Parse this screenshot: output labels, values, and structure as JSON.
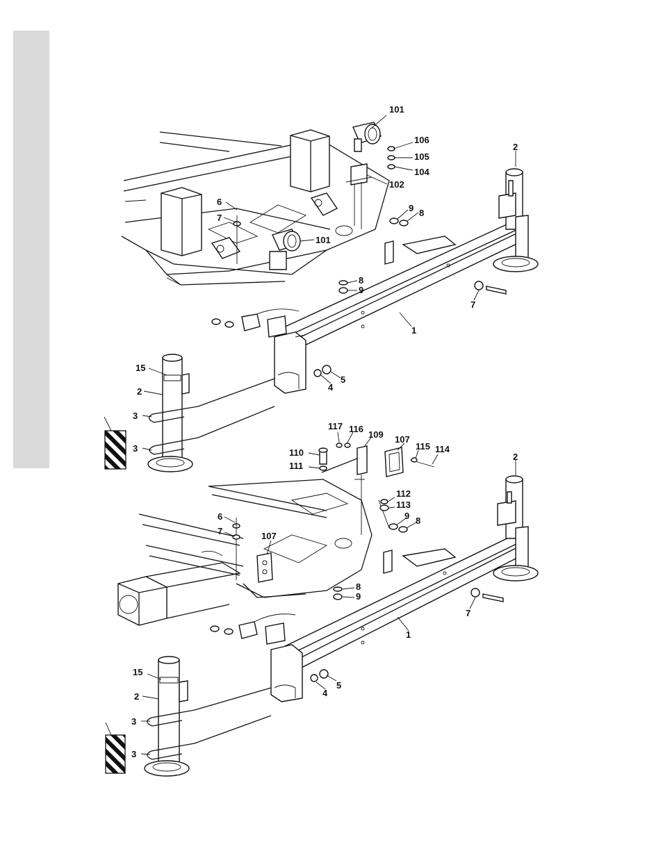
{
  "colors": {
    "ink": "#111111",
    "tab": "#dadada",
    "paper": "#ffffff"
  },
  "upper_callouts": [
    {
      "id": "u101a",
      "text": "101"
    },
    {
      "id": "u106",
      "text": "106"
    },
    {
      "id": "u105",
      "text": "105"
    },
    {
      "id": "u104",
      "text": "104"
    },
    {
      "id": "u102",
      "text": "102"
    },
    {
      "id": "u2a",
      "text": "2"
    },
    {
      "id": "u6",
      "text": "6"
    },
    {
      "id": "u7a",
      "text": "7"
    },
    {
      "id": "u101b",
      "text": "101"
    },
    {
      "id": "u9a",
      "text": "9"
    },
    {
      "id": "u8a",
      "text": "8"
    },
    {
      "id": "u8b",
      "text": "8"
    },
    {
      "id": "u9b",
      "text": "9"
    },
    {
      "id": "u7b",
      "text": "7"
    },
    {
      "id": "u1",
      "text": "1"
    },
    {
      "id": "u15",
      "text": "15"
    },
    {
      "id": "u2b",
      "text": "2"
    },
    {
      "id": "u4",
      "text": "4"
    },
    {
      "id": "u5",
      "text": "5"
    },
    {
      "id": "u3a",
      "text": "3"
    },
    {
      "id": "u3b",
      "text": "3"
    }
  ],
  "lower_callouts": [
    {
      "id": "l117",
      "text": "117"
    },
    {
      "id": "l116",
      "text": "116"
    },
    {
      "id": "l109",
      "text": "109"
    },
    {
      "id": "l107a",
      "text": "107"
    },
    {
      "id": "l115",
      "text": "115"
    },
    {
      "id": "l114",
      "text": "114"
    },
    {
      "id": "l110",
      "text": "110"
    },
    {
      "id": "l111",
      "text": "111"
    },
    {
      "id": "l2a",
      "text": "2"
    },
    {
      "id": "l112",
      "text": "112"
    },
    {
      "id": "l113",
      "text": "113"
    },
    {
      "id": "l6",
      "text": "6"
    },
    {
      "id": "l9a",
      "text": "9"
    },
    {
      "id": "l8a",
      "text": "8"
    },
    {
      "id": "l7a",
      "text": "7"
    },
    {
      "id": "l107b",
      "text": "107"
    },
    {
      "id": "l8b",
      "text": "8"
    },
    {
      "id": "l9b",
      "text": "9"
    },
    {
      "id": "l7b",
      "text": "7"
    },
    {
      "id": "l1",
      "text": "1"
    },
    {
      "id": "l15",
      "text": "15"
    },
    {
      "id": "l5",
      "text": "5"
    },
    {
      "id": "l2b",
      "text": "2"
    },
    {
      "id": "l4",
      "text": "4"
    },
    {
      "id": "l3a",
      "text": "3"
    },
    {
      "id": "l3b",
      "text": "3"
    }
  ]
}
